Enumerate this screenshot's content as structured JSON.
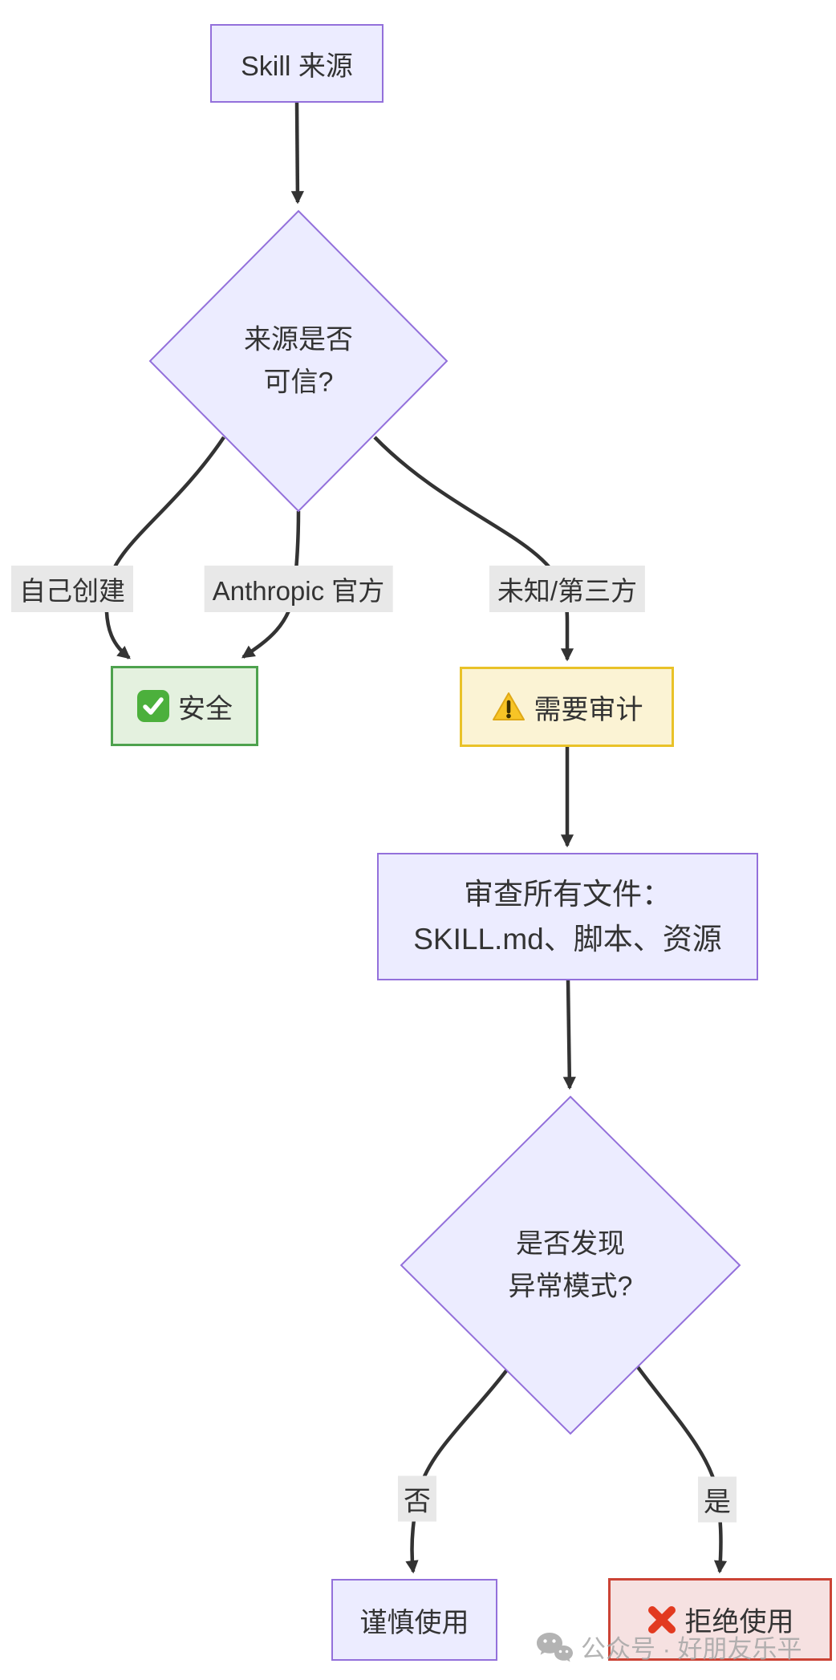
{
  "diagram": {
    "title_node": {
      "label": "Skill 来源"
    },
    "decisions": {
      "trust": {
        "line1": "来源是否",
        "line2": "可信?"
      },
      "anomaly": {
        "line1": "是否发现",
        "line2": "异常模式?"
      }
    },
    "nodes": {
      "safe": {
        "label": "安全",
        "icon": "check-mark-emoji"
      },
      "audit": {
        "label": "需要审计",
        "icon": "warning-emoji"
      },
      "review": {
        "line1": "审查所有文件：",
        "line2": "SKILL.md、脚本、资源"
      },
      "caution": {
        "label": "谨慎使用"
      },
      "reject": {
        "label": "拒绝使用",
        "icon": "cross-mark-emoji"
      }
    },
    "edge_labels": {
      "self_created": "自己创建",
      "anthropic_official": "Anthropic 官方",
      "unknown_third_party": "未知/第三方",
      "no": "否",
      "yes": "是"
    }
  },
  "watermark": {
    "text": "公众号 · 好朋友乐平",
    "icon": "wechat-icon"
  },
  "colors": {
    "node_fill": "#ECECFF",
    "node_border": "#9370DB",
    "safe_fill": "#E4F1DF",
    "safe_border": "#4EA24E",
    "audit_fill": "#FBF3D4",
    "audit_border": "#E9C228",
    "reject_fill": "#F6E1E1",
    "reject_border": "#CB4335",
    "edge": "#333333",
    "edge_label_bg": "#E8E8E8",
    "text": "#333333",
    "watermark": "#A6A6A6",
    "icon_check": "#4CB03C",
    "icon_warn": "#F7C426",
    "icon_cross": "#E23A20"
  }
}
